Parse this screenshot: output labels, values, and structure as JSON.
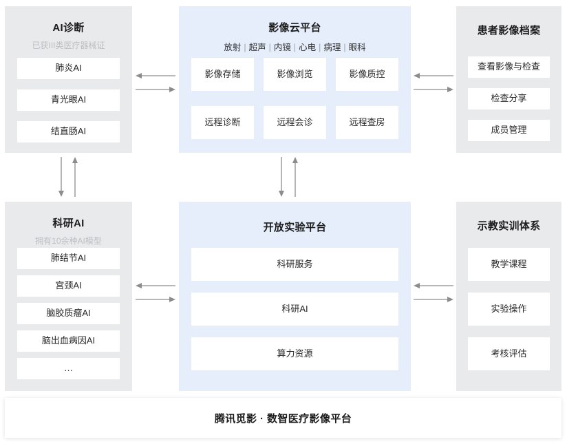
{
  "diagram": {
    "title": "腾讯觅影 · 数智医疗影像平台",
    "colors": {
      "panel_gray": "#e9eaec",
      "panel_blue": "#e6eefb",
      "card_white": "#ffffff",
      "arrow_gray": "#8c8c8c",
      "title_text": "#1c1c1c",
      "subtitle_text": "#bcbec2"
    }
  },
  "panels": {
    "ai_diagnosis": {
      "title": "AI诊断",
      "subtitle": "已获III类医疗器械证",
      "items": [
        {
          "label": "肺炎AI"
        },
        {
          "label": "青光眼AI"
        },
        {
          "label": "结直肠AI"
        }
      ]
    },
    "imaging_cloud": {
      "title": "影像云平台",
      "tags": [
        "放射",
        "超声",
        "内镜",
        "心电",
        "病理",
        "眼科"
      ],
      "tag_separator": "|",
      "items": [
        {
          "label": "影像存储"
        },
        {
          "label": "影像浏览"
        },
        {
          "label": "影像质控"
        },
        {
          "label": "远程诊断"
        },
        {
          "label": "远程会诊"
        },
        {
          "label": "远程查房"
        }
      ]
    },
    "patient_archive": {
      "title": "患者影像档案",
      "items": [
        {
          "label": "查看影像与检查"
        },
        {
          "label": "检查分享"
        },
        {
          "label": "成员管理"
        }
      ]
    },
    "research_ai": {
      "title": "科研AI",
      "subtitle": "拥有10余种AI模型",
      "items": [
        {
          "label": "肺结节AI"
        },
        {
          "label": "宫颈AI"
        },
        {
          "label": "脑胶质瘤AI"
        },
        {
          "label": "脑出血病因AI"
        },
        {
          "label": "…"
        }
      ]
    },
    "open_lab": {
      "title": "开放实验平台",
      "items": [
        {
          "label": "科研服务"
        },
        {
          "label": "科研AI"
        },
        {
          "label": "算力资源"
        }
      ]
    },
    "training_system": {
      "title": "示教实训体系",
      "items": [
        {
          "label": "教学课程"
        },
        {
          "label": "实验操作"
        },
        {
          "label": "考核评估"
        }
      ]
    }
  },
  "connectors": [
    {
      "name": "ai-diagnosis-to-imaging-cloud",
      "orientation": "horizontal",
      "directions": [
        "left",
        "right"
      ]
    },
    {
      "name": "imaging-cloud-to-patient-archive",
      "orientation": "horizontal",
      "directions": [
        "left",
        "right"
      ]
    },
    {
      "name": "research-ai-to-open-lab",
      "orientation": "horizontal",
      "directions": [
        "left",
        "right"
      ]
    },
    {
      "name": "open-lab-to-training-system",
      "orientation": "horizontal",
      "directions": [
        "left",
        "right"
      ]
    },
    {
      "name": "ai-diagnosis-to-research-ai",
      "orientation": "vertical",
      "directions": [
        "down",
        "up"
      ]
    },
    {
      "name": "imaging-cloud-to-open-lab",
      "orientation": "vertical",
      "directions": [
        "down",
        "up"
      ]
    }
  ]
}
